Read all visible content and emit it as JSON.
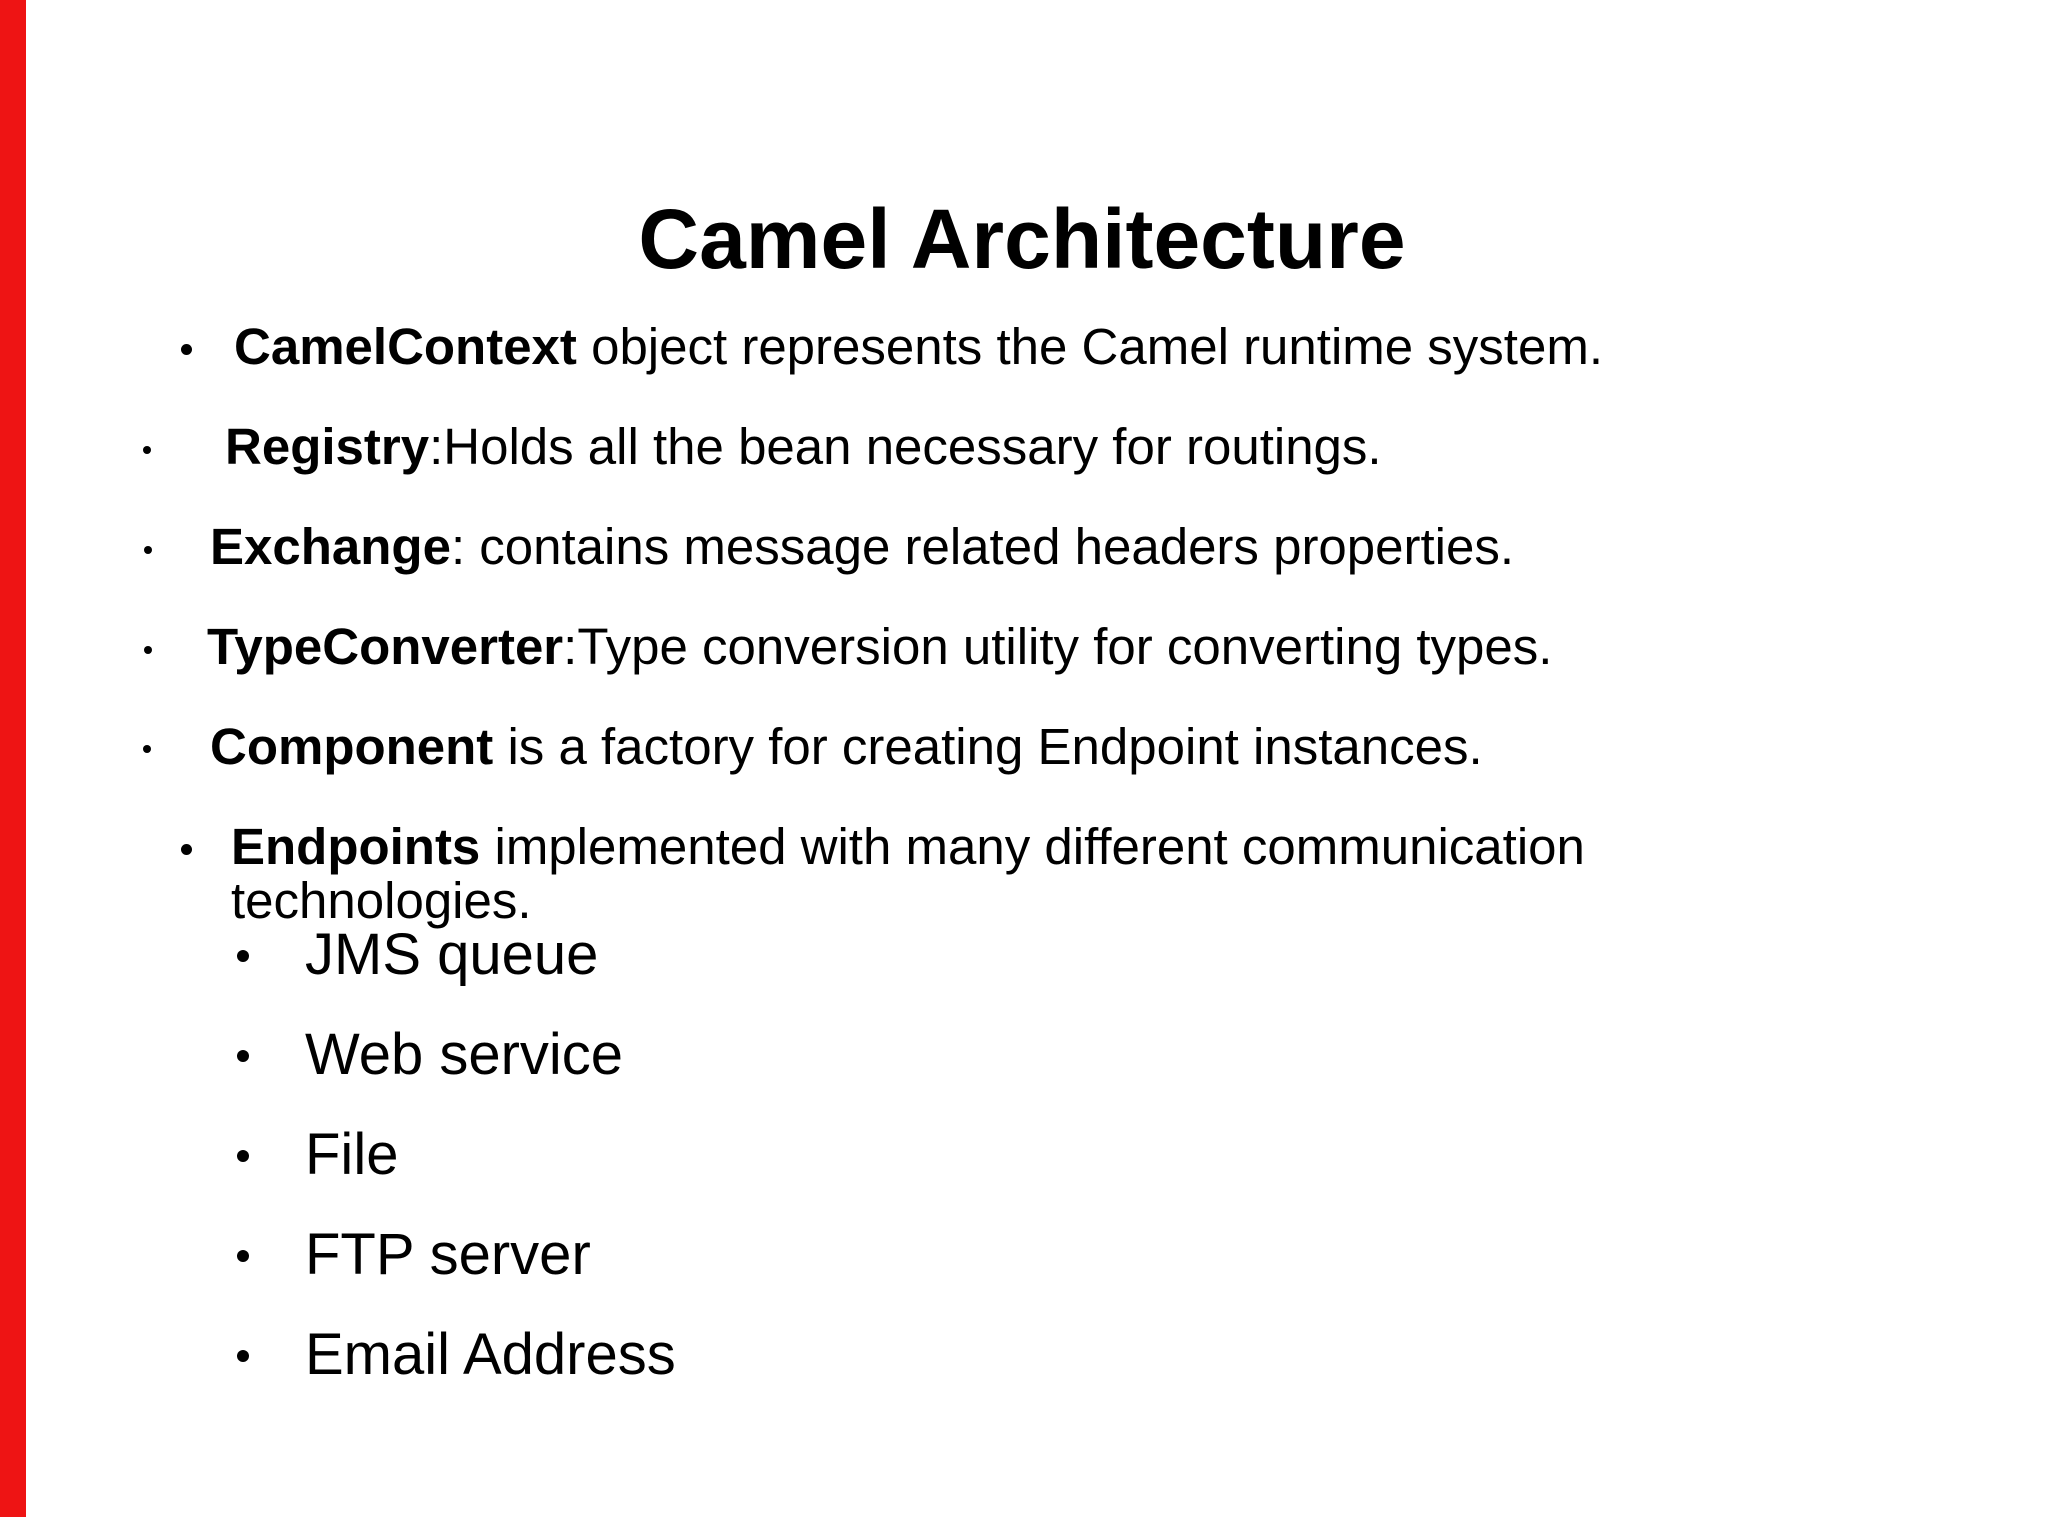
{
  "slide": {
    "title": "Camel Architecture",
    "bullets": [
      {
        "lead": "CamelContext",
        "rest": " object represents the Camel runtime system."
      },
      {
        "lead": "Registry",
        "rest": ":Holds all the bean necessary for routings."
      },
      {
        "lead": "Exchange",
        "rest": ": contains message related headers properties."
      },
      {
        "lead": "TypeConverter",
        "rest": ":Type conversion utility for converting types."
      },
      {
        "lead": "Component",
        "rest": " is a factory for creating Endpoint instances."
      },
      {
        "lead": "Endpoints",
        "rest": " implemented with many different communication technologies."
      }
    ],
    "endpoint_examples": [
      "JMS queue",
      "Web service",
      "File",
      "FTP server",
      "Email Address"
    ],
    "colors": {
      "background": "#ffffff",
      "text": "#000000",
      "edge_bar_red": "#ee1414"
    }
  }
}
